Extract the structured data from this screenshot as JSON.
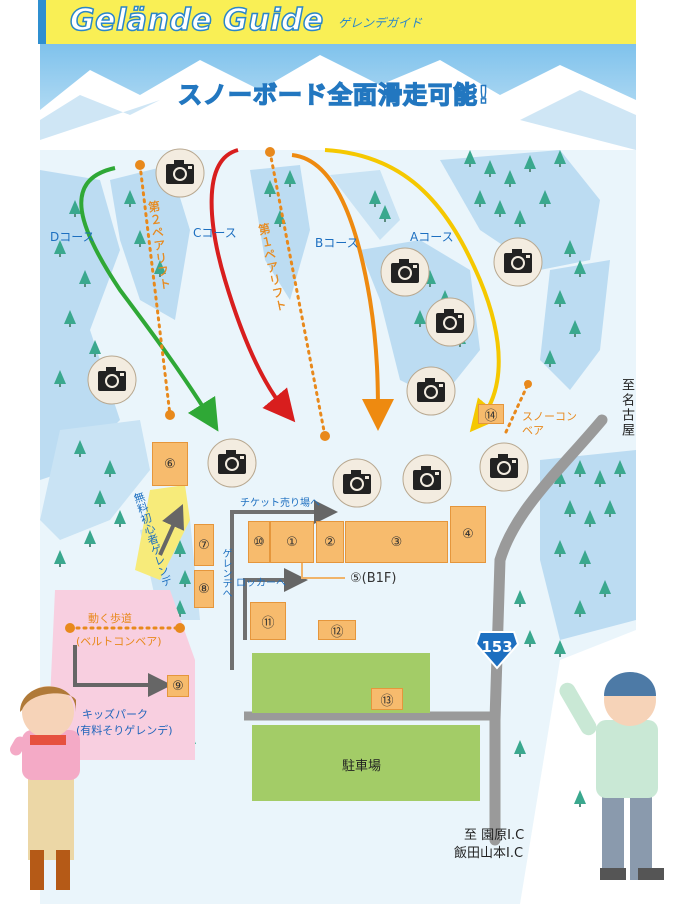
{
  "header": {
    "title": "Gelände Guide",
    "subtitle": "ゲレンデガイド",
    "headline": "スノーボード全面滑走可能!"
  },
  "courses": {
    "d": "Dコース",
    "c": "Cコース",
    "b": "Bコース",
    "a": "Aコース"
  },
  "lifts": {
    "lift2": "第２ペアリフト",
    "lift1": "第１ペアリフト",
    "conveyor": "スノーコンベア"
  },
  "facilities": {
    "f1": "①",
    "f2": "②",
    "f3": "③",
    "f4": "④",
    "f5": "⑤(B1F)",
    "f6": "⑥",
    "f7": "⑦",
    "f8": "⑧",
    "f9": "⑨",
    "f10": "⑩",
    "f11": "⑪",
    "f12": "⑫",
    "f13": "⑬",
    "f14": "⑭"
  },
  "areas": {
    "beginner": "無料初心者ゲレンデ",
    "to_slope": "ゲレンデへ",
    "to_ticket": "チケット売り場へ",
    "to_locker": "ロッカーへ",
    "walkway": "動く歩道",
    "walkway_sub": "(ベルトコンベア)",
    "kids_park": "キッズパーク",
    "kids_park_sub": "(有料そりゲレンデ)",
    "parking": "駐車場"
  },
  "roads": {
    "route_number": "153",
    "to_nagoya": "至名古屋",
    "to_sonohara": "至 園原I.C",
    "to_iida": "飯田山本I.C"
  },
  "colors": {
    "course_d": "#2fa836",
    "course_c": "#d81e1e",
    "course_b": "#ee8a10",
    "course_a": "#f5c800",
    "lift": "#e8891c",
    "facility": "#f7bb6d",
    "parking": "#a3cc67",
    "road": "#888888",
    "kids_area": "#f8cfe0"
  },
  "icons": [
    "camera-icon",
    "tree-icon",
    "arrow-icon"
  ]
}
